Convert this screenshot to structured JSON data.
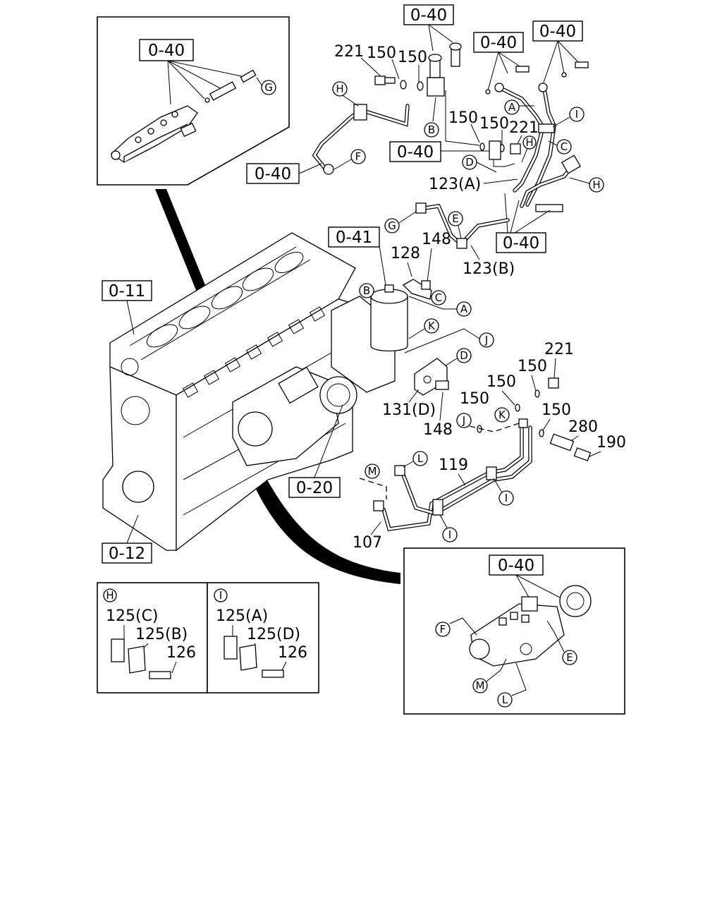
{
  "ref_boxes": {
    "top_left_inset": "0-40",
    "top_center_a": "0-40",
    "top_right_a": "0-40",
    "top_right_b": "0-40",
    "mid_right_a": "0-40",
    "mid_left": "0-40",
    "mid_right_b": "0-40",
    "filter": "0-41",
    "block_top": "0-11",
    "block_bottom": "0-12",
    "pump": "0-20",
    "bottom_inset": "0-40"
  },
  "part_numbers": {
    "p221_top": "221",
    "p150_top_a": "150",
    "p150_top_b": "150",
    "p150_mid_a": "150",
    "p150_mid_b": "150",
    "p221_mid": "221",
    "p123a": "123(A)",
    "p123b": "123(B)",
    "p128": "128",
    "p148_a": "148",
    "p131d": "131(D)",
    "p148_b": "148",
    "p221_right": "221",
    "p150_r1": "150",
    "p150_r2": "150",
    "p150_r3": "150",
    "p150_r4": "150",
    "p280": "280",
    "p190": "190",
    "p119": "119",
    "p107": "107"
  },
  "callouts": {
    "G_inset": "G",
    "H_top": "H",
    "F_top": "F",
    "B_top": "B",
    "A_top": "A",
    "I_top": "I",
    "H_mid": "H",
    "C_top": "C",
    "D_top": "D",
    "H_right": "H",
    "G_mid": "G",
    "E_mid": "E",
    "B_filter": "B",
    "C_mid": "C",
    "A_mid": "A",
    "K_mid": "K",
    "J_mid": "J",
    "D_mid": "D",
    "K_low": "K",
    "J_low": "J",
    "L_low": "L",
    "M_low": "M",
    "I_low_a": "I",
    "I_low_b": "I",
    "F_inset": "F",
    "E_inset": "E",
    "M_inset": "M",
    "L_inset": "L"
  },
  "detail_h": {
    "tag": "H",
    "labels": [
      "125(C)",
      "125(B)",
      "126"
    ]
  },
  "detail_i": {
    "tag": "I",
    "labels": [
      "125(A)",
      "125(D)",
      "126"
    ]
  }
}
